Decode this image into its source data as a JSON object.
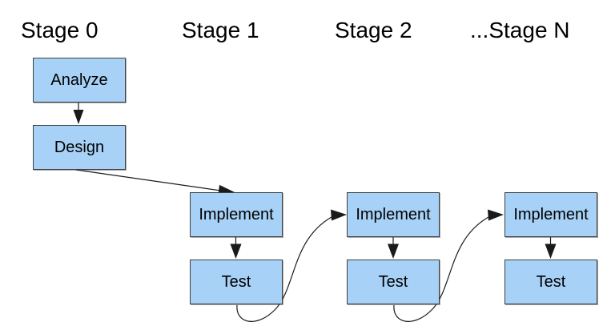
{
  "diagram": {
    "type": "staged-delivery-process-flowchart",
    "stage_headers": [
      {
        "label": "Stage 0"
      },
      {
        "label": "Stage 1"
      },
      {
        "label": "Stage 2"
      },
      {
        "label": "...Stage N"
      }
    ],
    "nodes": {
      "analyze": {
        "label": "Analyze",
        "stage": "Stage 0"
      },
      "design": {
        "label": "Design",
        "stage": "Stage 0"
      },
      "implement_1": {
        "label": "Implement",
        "stage": "Stage 1"
      },
      "test_1": {
        "label": "Test",
        "stage": "Stage 1"
      },
      "implement_2": {
        "label": "Implement",
        "stage": "Stage 2"
      },
      "test_2": {
        "label": "Test",
        "stage": "Stage 2"
      },
      "implement_n": {
        "label": "Implement",
        "stage": "...Stage N"
      },
      "test_n": {
        "label": "Test",
        "stage": "...Stage N"
      }
    },
    "edges": [
      {
        "from": "analyze",
        "to": "design",
        "style": "straight-vertical"
      },
      {
        "from": "design",
        "to": "implement_1",
        "style": "straight-diagonal"
      },
      {
        "from": "implement_1",
        "to": "test_1",
        "style": "straight-vertical"
      },
      {
        "from": "test_1",
        "to": "implement_2",
        "style": "s-curve"
      },
      {
        "from": "implement_2",
        "to": "test_2",
        "style": "straight-vertical"
      },
      {
        "from": "test_2",
        "to": "implement_n",
        "style": "s-curve"
      },
      {
        "from": "implement_n",
        "to": "test_n",
        "style": "straight-vertical"
      }
    ],
    "colors": {
      "background": "#ffffff",
      "node_fill": "#a7d1f6",
      "node_border": "#3f3f3f",
      "arrow": "#1a1a1a",
      "text": "#000000"
    }
  }
}
